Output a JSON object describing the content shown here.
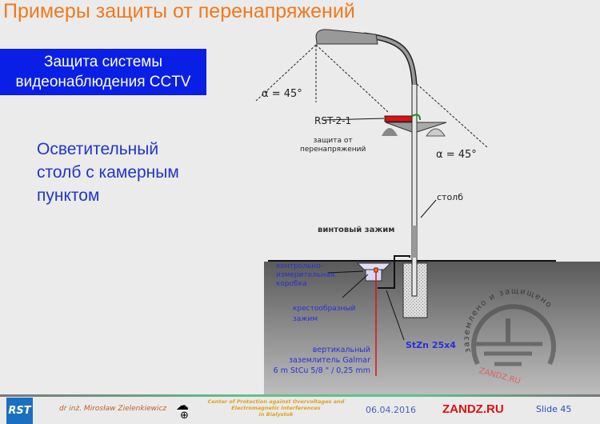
{
  "title": "Примеры защиты от перенапряжений",
  "blue_box": {
    "line1": "Защита системы",
    "line2": "видеонаблюдения CCTV"
  },
  "subtitle": {
    "line1": "Осветительный",
    "line2": "столб с камерным",
    "line3": "пунктом"
  },
  "diagram": {
    "angle_left": "α = 45°",
    "angle_right": "α = 45°",
    "device": "RST-2-1",
    "device_note_1": "защита от",
    "device_note_2": "перенапряжений",
    "pole": "столб",
    "screw_clamp": "винтовый зажим",
    "box_1": "контрольно-",
    "box_2": "измерительная",
    "box_3": "коробка",
    "cross_1": "крестообразный",
    "cross_2": "зажим",
    "strip": "StZn 25x4",
    "rod_1": "вертикальный",
    "rod_2": "заземлитель Galmar",
    "rod_3": "6 m StCu 5/8 \" / 0,25 mm",
    "accent_red": "#e01010",
    "label_blue": "#2a2fd8"
  },
  "watermark": {
    "arc_text": "заземлено и защищено",
    "site": "ZANDZ.RU"
  },
  "footer": {
    "logo": "RST",
    "author": "dr inż. Mirosław Zielenkiewicz",
    "center_1": "Center of Protection against Overvoltages and",
    "center_2": "Electromagnetic Interferences",
    "center_3": "in Bialystok",
    "date": "06.04.2016",
    "brand": "ZANDZ.RU",
    "slide": "Slide 45"
  }
}
